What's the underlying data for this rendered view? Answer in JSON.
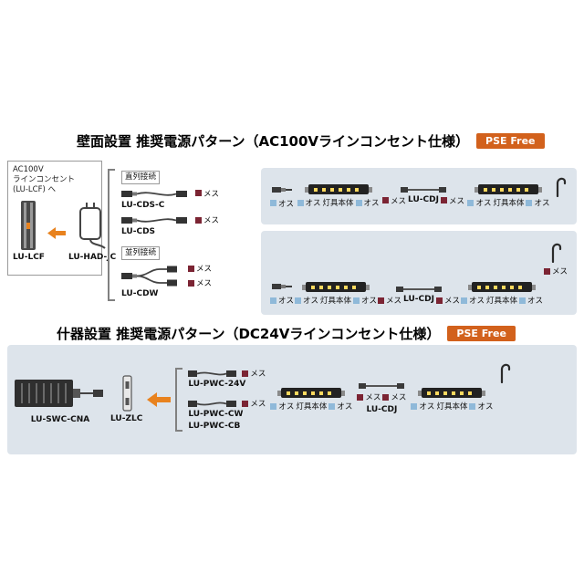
{
  "labels": {
    "male": "オス",
    "female": "メス",
    "fixture": "灯具本体"
  },
  "top": {
    "title": "壁面設置 推奨電源パターン（AC100Vラインコンセント仕様）",
    "badge": "PSE Free",
    "source_note_1": "AC100V",
    "source_note_2": "ラインコンセント",
    "source_note_3": "(LU-LCF) へ",
    "track_label": "LU-LCF",
    "adapter_label": "LU-HAD-JC",
    "series_tag": "直列接続",
    "parallel_tag": "並列接続",
    "cable_cds_c": "LU-CDS-C",
    "cable_cds": "LU-CDS",
    "cable_cdw": "LU-CDW",
    "joint_label": "LU-CDJ"
  },
  "bottom": {
    "title": "什器設置 推奨電源パターン（DC24Vラインコンセント仕様）",
    "badge": "PSE Free",
    "psu_label": "LU-SWC-CNA",
    "clip_label": "LU-ZLC",
    "cable_24v": "LU-PWC-24V",
    "cable_cw": "LU-PWC-CW",
    "cable_cb": "LU-PWC-CB",
    "joint_label": "LU-CDJ"
  },
  "colors": {
    "panel_bg": "#dde4eb",
    "badge_bg": "#d2611c",
    "male_marker": "#8fb9d9",
    "female_marker": "#7b2433",
    "arrow": "#e8821e",
    "led": "#ffd95e"
  }
}
